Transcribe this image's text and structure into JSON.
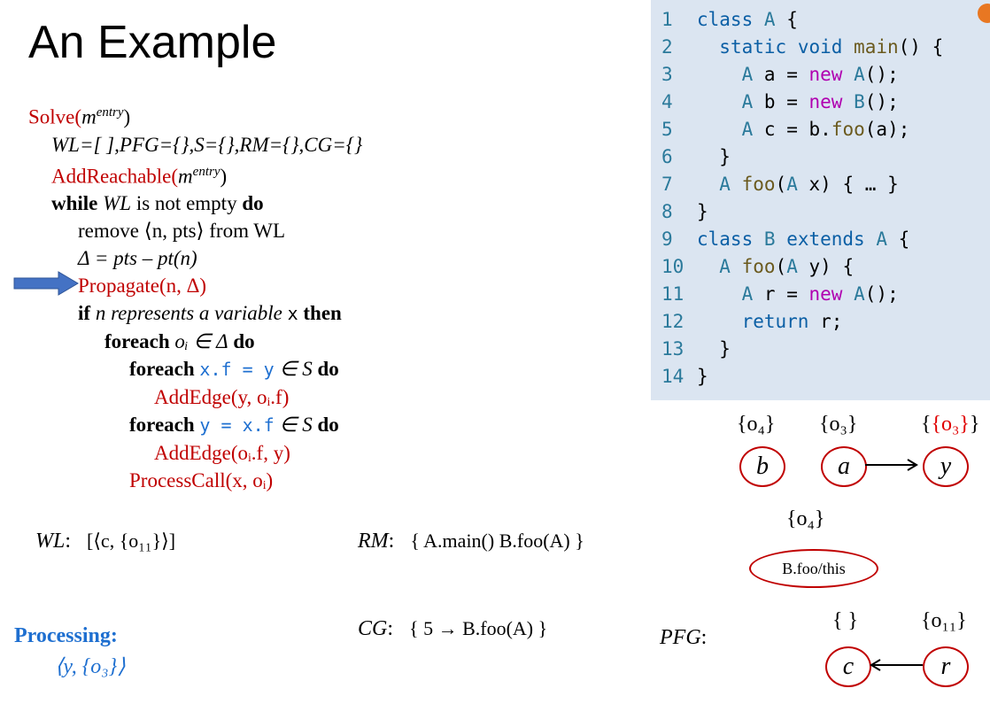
{
  "title": "An Example",
  "algorithm": {
    "solve": "Solve(",
    "solve_arg": "m",
    "solve_sup": "entry",
    "init": "WL=[ ],PFG={},S={},RM={},CG={}",
    "add_reachable": "AddReachable(",
    "while_kw": "while",
    "while_mid": "WL",
    "while_rest": "is not empty",
    "do_kw": "do",
    "remove_line": "remove ⟨n, pts⟩ from WL",
    "delta_line": "Δ = pts – pt(n)",
    "propagate": "Propagate(n, Δ)",
    "if_kw": "if",
    "if_mid": "n represents a variable",
    "if_var": "x",
    "then_kw": "then",
    "foreach_kw": "foreach",
    "foreach1_rest": "oᵢ ∈ Δ",
    "foreach2_code": "x.f = y",
    "in_S": "∈ S",
    "add_edge1": "AddEdge(y, oᵢ.f)",
    "foreach3_code": "y = x.f",
    "add_edge2": "AddEdge(oᵢ.f, y)",
    "process_call": "ProcessCall(x, oᵢ)"
  },
  "code_lines": [
    {
      "n": "1",
      "text": "class A {"
    },
    {
      "n": "2",
      "text": "  static void main() {"
    },
    {
      "n": "3",
      "text": "    A a = new A();"
    },
    {
      "n": "4",
      "text": "    A b = new B();"
    },
    {
      "n": "5",
      "text": "    A c = b.foo(a);"
    },
    {
      "n": "6",
      "text": "  }"
    },
    {
      "n": "7",
      "text": "  A foo(A x) { … }"
    },
    {
      "n": "8",
      "text": "}"
    },
    {
      "n": "9",
      "text": "class B extends A {"
    },
    {
      "n": "10",
      "text": "  A foo(A y) {"
    },
    {
      "n": "11",
      "text": "    A r = new A();"
    },
    {
      "n": "12",
      "text": "    return r;"
    },
    {
      "n": "13",
      "text": "  }"
    },
    {
      "n": "14",
      "text": "}"
    }
  ],
  "wl": {
    "label": "WL",
    "value": "[⟨c, {o₁₁}⟩]"
  },
  "rm": {
    "label": "RM",
    "value": "{ A.main() B.foo(A) }"
  },
  "cg": {
    "label": "CG",
    "value": "{ 5 → B.foo(A) }"
  },
  "pfg": {
    "label": "PFG"
  },
  "processing": {
    "label": "Processing:",
    "value": "⟨y, {o₃}⟩"
  },
  "graph": {
    "nodes": {
      "b": {
        "label": "b",
        "set": "{o₄}"
      },
      "a": {
        "label": "a",
        "set": "{o₃}"
      },
      "y": {
        "label": "y",
        "set": "{o₃}"
      },
      "this": {
        "label": "B.foo/this",
        "set": "{o₄}"
      },
      "c": {
        "label": "c",
        "set": "{ }"
      },
      "r": {
        "label": "r",
        "set": "{o₁₁}"
      }
    },
    "colors": {
      "node_border": "#c00000",
      "highlight_set": "#e00000",
      "arrow": "#4472c4"
    }
  }
}
